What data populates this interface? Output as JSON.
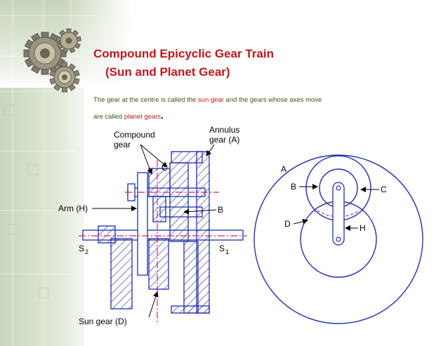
{
  "slide": {
    "title": {
      "line1": "Compound Epicyclic Gear Train",
      "line2": "(Sun and Planet Gear)"
    },
    "description": {
      "line1_pre": "The gear at the centre is called the ",
      "line1_hl": "sun gear",
      "line1_post": " and the gears whose axes move",
      "line2_pre": "are called ",
      "line2_hl": "planet gears",
      "line2_post": "."
    }
  },
  "diagram_left": {
    "label_compound": "Compound",
    "label_compound_2": "gear",
    "label_annulus": "Annulus",
    "label_annulus_2": "gear (A)",
    "label_c": "C",
    "label_arm": "Arm (H)",
    "label_b": "B",
    "label_s2": "S",
    "label_s2_sub": "2",
    "label_s1": "S",
    "label_s1_sub": "1",
    "label_sun": "Sun gear (D)"
  },
  "diagram_right": {
    "label_a": "A",
    "label_b": "B",
    "label_c": "C",
    "label_d": "D",
    "label_h": "H"
  },
  "colors": {
    "title": "#c0171b",
    "text": "#3b5520",
    "highlight": "#c0171b",
    "centerline": "#d6246e",
    "diagram_stroke": "#1f2fa8"
  }
}
